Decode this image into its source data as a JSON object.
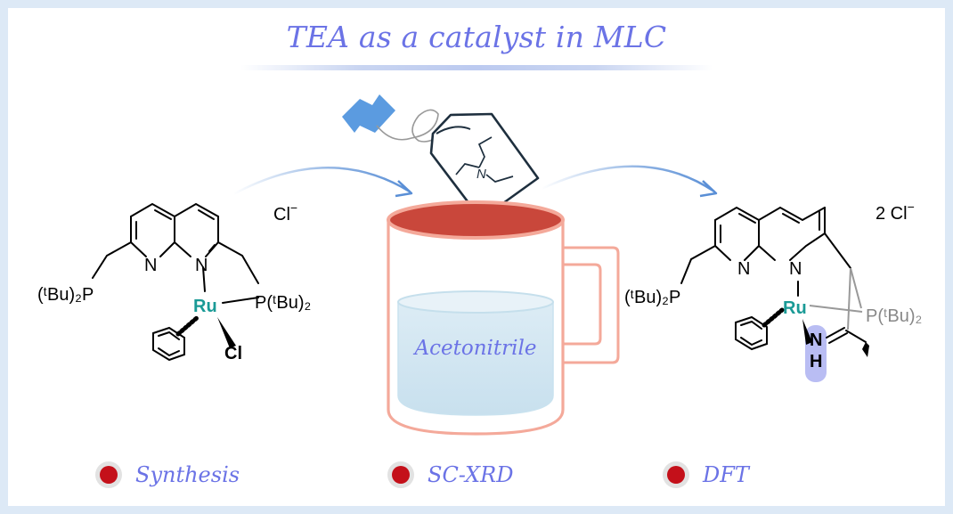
{
  "title": "TEA as a catalyst in MLC",
  "colors": {
    "accent": "#6b73e6",
    "ruthenium": "#1a9a96",
    "mug": "#f4a99a",
    "tea": "#c9473b",
    "arrow": "#5a8fd6",
    "highlight": "#b9bdf3",
    "bullet": "#c4101a"
  },
  "mug": {
    "label": "Acetonitrile"
  },
  "left_complex": {
    "counterion": "Cl",
    "counterion_charge": "−",
    "n1": "N",
    "n2": "N",
    "ru": "Ru",
    "cl": "Cl",
    "p_left": "(ᵗBu)₂P",
    "p_right": "P(ᵗBu)₂"
  },
  "right_complex": {
    "counterion": "2 Cl",
    "counterion_charge": "−",
    "n1": "N",
    "n2": "N",
    "ru": "Ru",
    "p_left": "(ᵗBu)₂P",
    "p_right": "P(ᵗBu)₂",
    "nh_n": "N",
    "nh_h": "H"
  },
  "teabag": {
    "n_label": "N"
  },
  "legend": [
    {
      "label": "Synthesis"
    },
    {
      "label": "SC-XRD"
    },
    {
      "label": "DFT"
    }
  ]
}
